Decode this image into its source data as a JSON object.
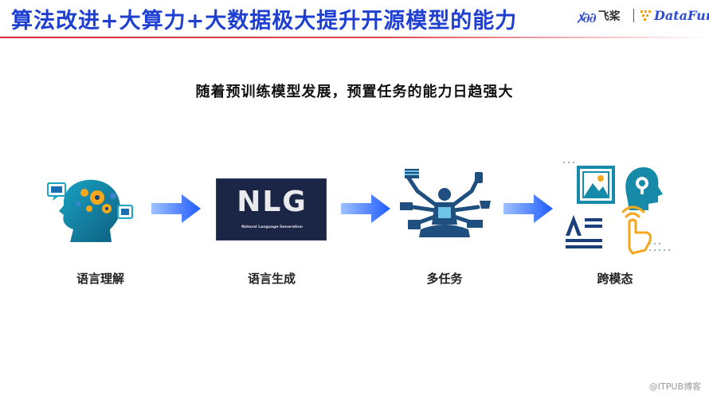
{
  "header": {
    "title": "算法改进+大算力+大数据极大提升开源模型的能力",
    "logos": {
      "paddle_mark": "飞桨",
      "paddle_symbol": "ﾒ∂∂",
      "datafun": "DataFun."
    }
  },
  "subtitle": "随着预训练模型发展，预置任务的能力日趋强大",
  "stages": [
    {
      "label": "语言理解",
      "icon": "brain-head-icon"
    },
    {
      "label": "语言生成",
      "icon": "nlg-card",
      "card_title": "NLG",
      "card_caption": "Natural Language Generation"
    },
    {
      "label": "多任务",
      "icon": "multitasking-person-icon"
    },
    {
      "label": "跨模态",
      "icon": "multimodal-icons"
    }
  ],
  "watermark": "@ITPUB博客",
  "colors": {
    "title_blue": "#1f3fd1",
    "rule_red": "#d7263d",
    "arrow_blue": "#1f5bff",
    "icon_teal": "#168aa8",
    "nlg_bg": "#1b2545"
  }
}
